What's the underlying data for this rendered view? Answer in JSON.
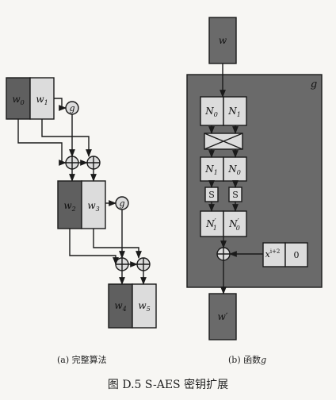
{
  "colors": {
    "dark": "#5f5f5f",
    "light": "#dcdcdc",
    "panel": "#6a6a6a",
    "line": "#1a1a1a",
    "background": "#f7f6f3"
  },
  "left": {
    "w0": "w",
    "w0_sub": "0",
    "w1": "w",
    "w1_sub": "1",
    "w2": "w",
    "w2_sub": "2",
    "w3": "w",
    "w3_sub": "3",
    "w4": "w",
    "w4_sub": "4",
    "w5": "w",
    "w5_sub": "5",
    "g": "g",
    "xor": "⊕"
  },
  "right": {
    "input": "w",
    "output": "w′",
    "panel_label": "g",
    "n0": "N",
    "n0_sub": "0",
    "n1": "N",
    "n1_sub": "1",
    "n1b": "N",
    "n1b_sub": "1",
    "n0b": "N",
    "n0b_sub": "0",
    "n1p": "N",
    "n1p_sub": "1",
    "n1p_prime": "′",
    "n0p": "N",
    "n0p_sub": "0",
    "n0p_prime": "′",
    "sbox": "S",
    "rcon_x": "x",
    "rcon_sup": "i+2",
    "rcon_val": "0"
  },
  "captions": {
    "left": "(a) 完整算法",
    "right_prefix": "(b) 函数",
    "right_g": "g",
    "figure": "图 D.5   S-AES 密钥扩展"
  }
}
